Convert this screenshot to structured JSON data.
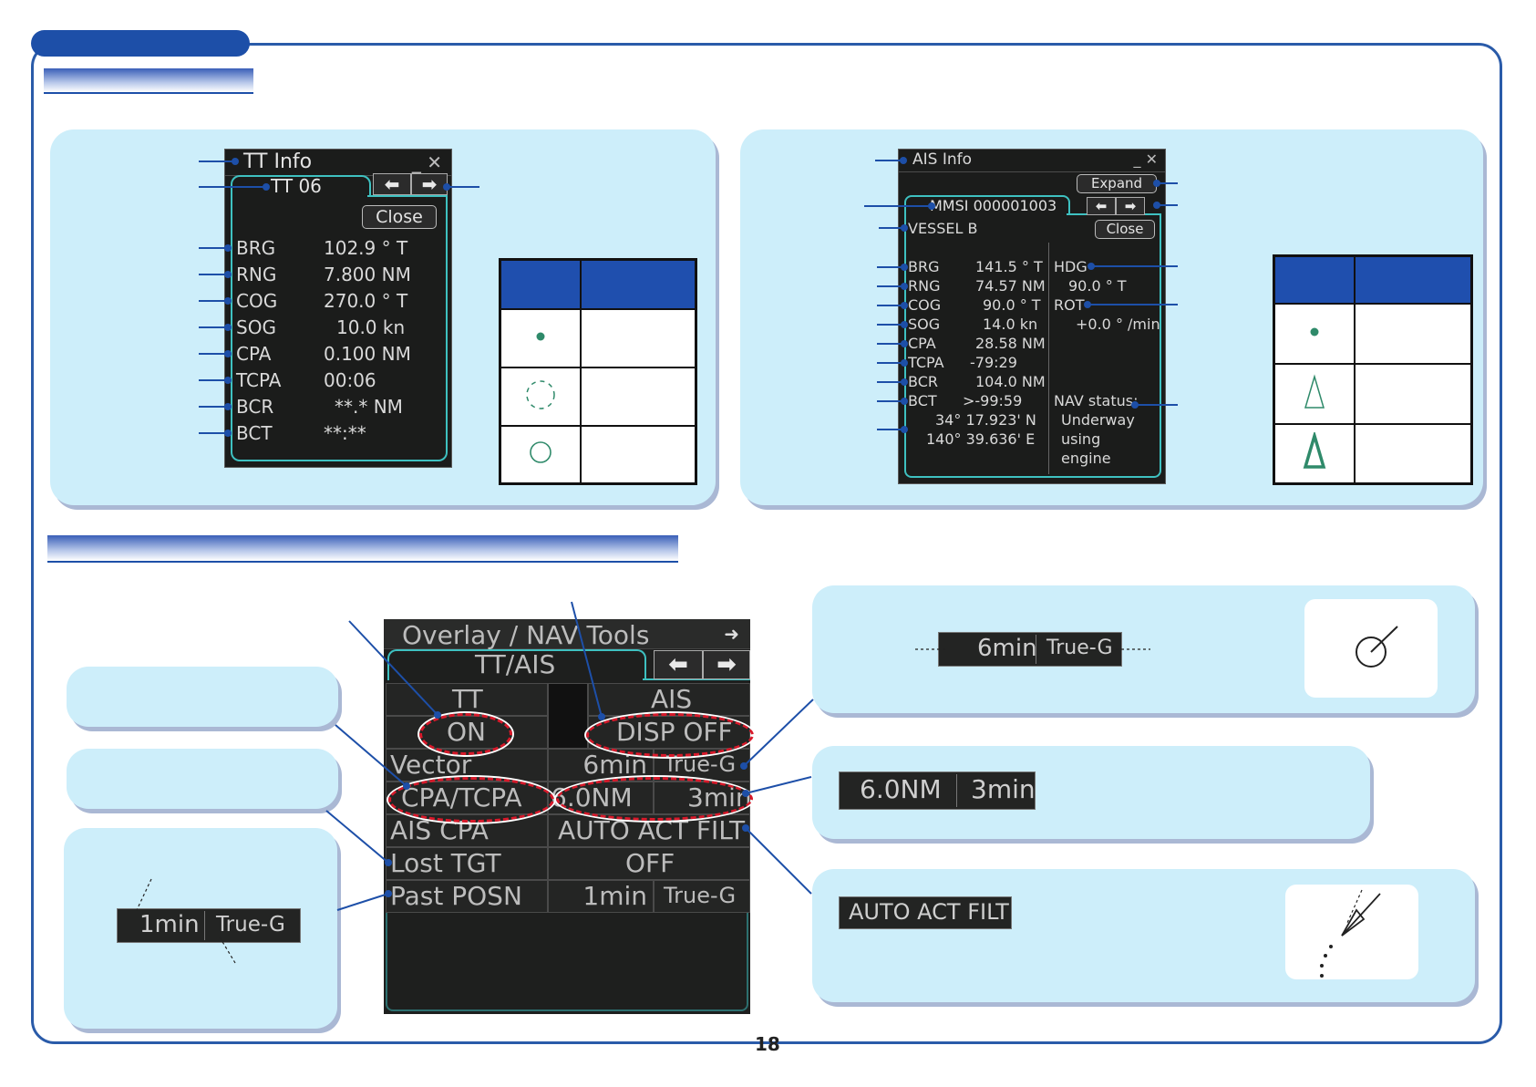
{
  "page": {
    "number": "18"
  },
  "tt_info": {
    "title": "TT Info",
    "window_controls": "_ ✕",
    "tab_label": "TT 06",
    "close_label": "Close",
    "rows": [
      {
        "label": "BRG",
        "value": "102.9 ° T"
      },
      {
        "label": "RNG",
        "value": "7.800 NM"
      },
      {
        "label": "COG",
        "value": "270.0 ° T"
      },
      {
        "label": "SOG",
        "value": "10.0 kn"
      },
      {
        "label": "CPA",
        "value": "0.100 NM"
      },
      {
        "label": "TCPA",
        "value": "00:06"
      },
      {
        "label": "BCR",
        "value": "**.* NM"
      },
      {
        "label": "BCT",
        "value": "**:**"
      }
    ]
  },
  "ais_info": {
    "title": "AIS Info",
    "window_controls": "_ ✕",
    "expand_label": "Expand",
    "tab_label": "MMSI 000001003",
    "vessel_name": "VESSEL B",
    "close_label": "Close",
    "rows": [
      {
        "label": "BRG",
        "value": "141.5 ° T"
      },
      {
        "label": "RNG",
        "value": "74.57 NM"
      },
      {
        "label": "COG",
        "value": "90.0 ° T"
      },
      {
        "label": "SOG",
        "value": "14.0 kn"
      },
      {
        "label": "CPA",
        "value": "28.58 NM"
      },
      {
        "label": "TCPA",
        "value": "-79:29"
      },
      {
        "label": "BCR",
        "value": "104.0 NM"
      },
      {
        "label": "BCT",
        "value": ">-99:59"
      }
    ],
    "lat": "34° 17.923' N",
    "lon": "140° 39.636' E",
    "hdg_label": "HDG",
    "hdg_value": "90.0 ° T",
    "rot_label": "ROT",
    "rot_value": "+0.0 ° /min",
    "nav_status_label": "NAV status:",
    "nav_status_lines": [
      "Underway",
      "using",
      "engine"
    ]
  },
  "menu": {
    "title": "Overlay / NAV Tools",
    "tab_label": "TT/AIS",
    "tt_header": "TT",
    "ais_header": "AIS",
    "tt_state": "ON",
    "ais_state": "DISP OFF",
    "rows": [
      {
        "label": "Vector",
        "value": "6min",
        "value2": "True-G"
      },
      {
        "label": "CPA/TCPA",
        "value": "6.0NM",
        "value2": "3min"
      },
      {
        "label": "AIS CPA",
        "value": "AUTO ACT FILT",
        "value2": ""
      },
      {
        "label": "Lost TGT",
        "value": "OFF",
        "value2": ""
      },
      {
        "label": "Past POSN",
        "value": "1min",
        "value2": "True-G"
      }
    ]
  },
  "samples": {
    "vector_time": "6min",
    "vector_mode": "True-G",
    "cpa_value": "6.0NM",
    "tcpa_value": "3min",
    "ais_cpa": "AUTO ACT FILT",
    "past_time": "1min",
    "past_mode": "True-G"
  },
  "colors": {
    "accent": "#1d4fa8",
    "panel": "#cdeefa",
    "symbol": "#2f8a6a",
    "highlight": "#d8192a"
  }
}
